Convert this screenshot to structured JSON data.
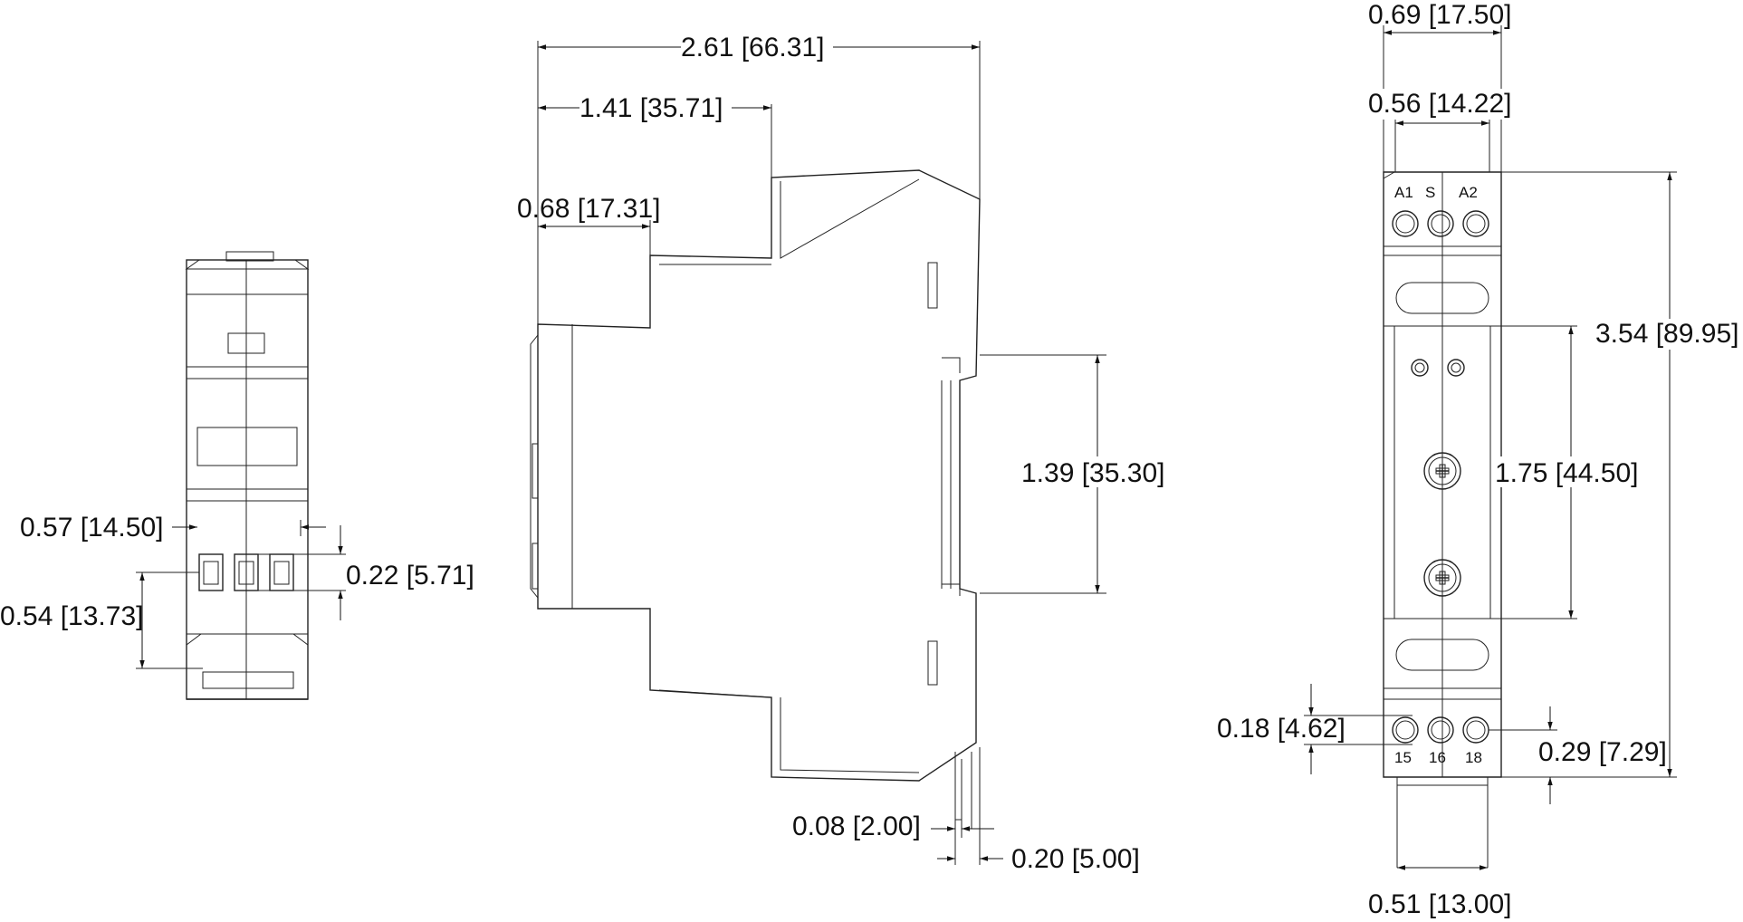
{
  "views": {
    "left": {
      "dims": {
        "width_hole": "0.57 [14.50]",
        "terminal_height": "0.22 [5.71]",
        "terminal_offset": "0.54 [13.73]"
      }
    },
    "side": {
      "dims": {
        "overall_depth": "2.61 [66.31]",
        "upper_step": "1.41 [35.71]",
        "front_step": "0.68 [17.31]",
        "rail_height": "1.39 [35.30]",
        "clip_thickness": "0.08 [2.00]",
        "clip_width": "0.20 [5.00]"
      }
    },
    "front": {
      "dims": {
        "overall_width": "0.69 [17.50]",
        "top_width": "0.56 [14.22]",
        "overall_height": "3.54 [89.95]",
        "mid_height": "1.75 [44.50]",
        "terminal_pitch": "0.18 [4.62]",
        "bottom_offset": "0.29 [7.29]",
        "bottom_width": "0.51 [13.00]"
      },
      "top_terminals": [
        "A1",
        "S",
        "A2"
      ],
      "bottom_terminals": [
        "15",
        "16",
        "18"
      ]
    }
  }
}
